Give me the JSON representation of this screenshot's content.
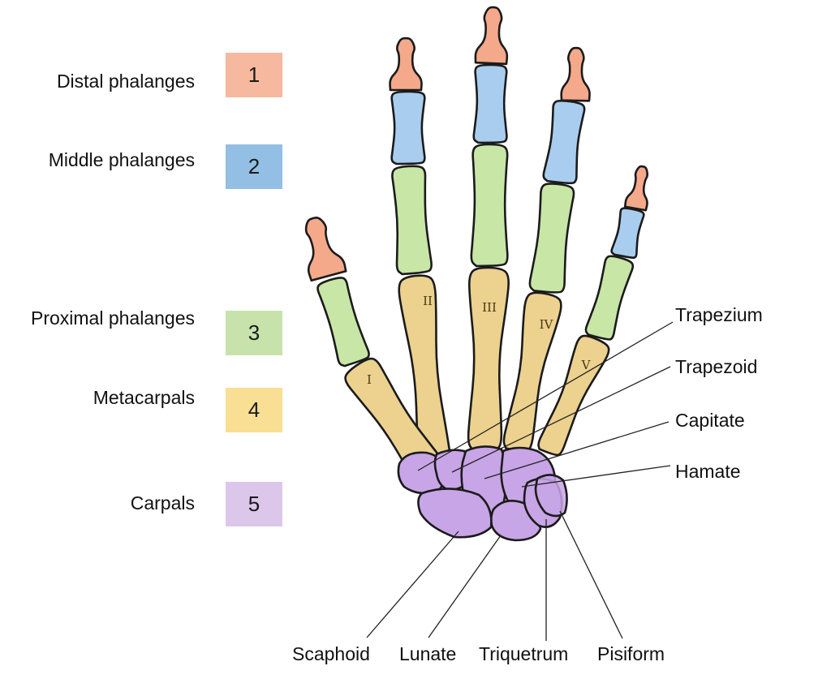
{
  "legend": [
    {
      "label": "Distal phalanges",
      "number": "1",
      "color": "#f6b89e"
    },
    {
      "label": "Middle phalanges",
      "number": "2",
      "color": "#92bfe3"
    },
    {
      "label": "Proximal phalanges",
      "number": "3",
      "color": "#c7e3ab"
    },
    {
      "label": "Metacarpals",
      "number": "4",
      "color": "#f8df94"
    },
    {
      "label": "Carpals",
      "number": "5",
      "color": "#dcc7ea"
    }
  ],
  "bone_colors": {
    "distal": "#f4a98a",
    "middle": "#a9cdef",
    "proximal": "#c8e6a6",
    "metacarpal": "#ecd18f",
    "carpal": "#c7a5e6"
  },
  "metacarpal_numerals": [
    "I",
    "II",
    "III",
    "IV",
    "V"
  ],
  "carpal_labels_right": [
    "Trapezium",
    "Trapezoid",
    "Capitate",
    "Hamate"
  ],
  "carpal_labels_bottom": [
    "Scaphoid",
    "Lunate",
    "Triquetrum",
    "Pisiform"
  ]
}
